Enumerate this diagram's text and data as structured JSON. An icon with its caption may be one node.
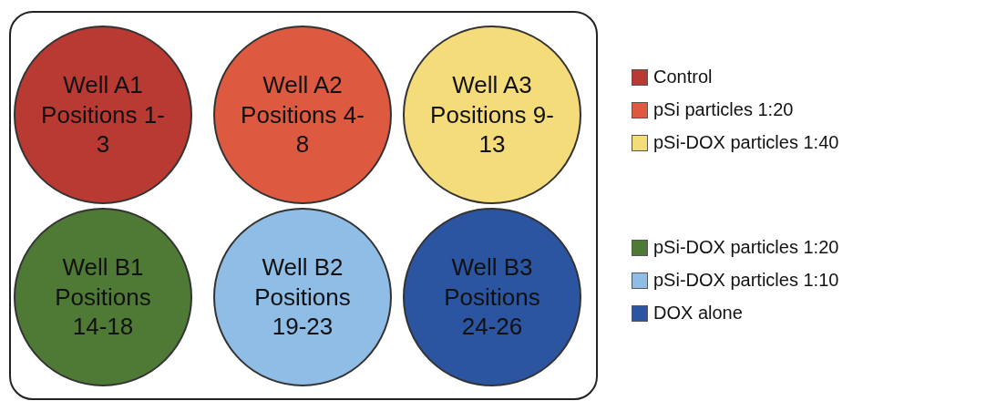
{
  "diagram": {
    "nodes": [
      {
        "text": [],
        "shape": "box"
      },
      {
        "text": [
          "Well A1",
          "Positions 1-3"
        ],
        "in": 0
      },
      {
        "text": [
          "Well A2",
          "Positions 4-8"
        ],
        "in": 0
      },
      {
        "text": [
          "Well A3",
          "Positions 9-13"
        ],
        "in": 0
      },
      {
        "text": [
          "Well B1",
          "Positions 14-18"
        ],
        "in": 0
      },
      {
        "text": [
          "Well B2",
          "Positions 19-23"
        ],
        "in": 0
      },
      {
        "text": [
          "Well B3",
          "Positions 24-26"
        ],
        "in": 0
      }
    ],
    "legend": [
      {
        "text": "Control",
        "color": "#b83a32"
      },
      {
        "text": "pSi particles 1:20",
        "color": "#dd5a40"
      },
      {
        "text": "pSi-DOX particles 1:40",
        "color": "#f5dc7a"
      },
      {
        "text": "pSi-DOX particles 1:20",
        "color": "#4f7a35"
      },
      {
        "text": "pSi-DOX particles 1:10",
        "color": "#8fbde6"
      },
      {
        "text": "DOX alone",
        "color": "#2b55a0"
      }
    ]
  }
}
